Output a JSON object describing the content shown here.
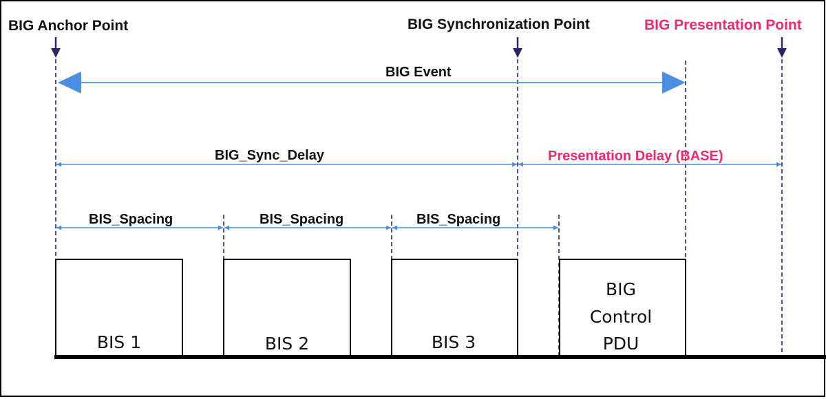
{
  "points": {
    "anchor": "BIG Anchor Point",
    "sync": "BIG Synchronization Point",
    "presentation": "BIG Presentation Point"
  },
  "intervals": {
    "big_event": "BIG Event",
    "big_sync_delay": "BIG_Sync_Delay",
    "presentation_delay": "Presentation Delay (BASE)",
    "bis_spacing": [
      "BIS_Spacing",
      "BIS_Spacing",
      "BIS_Spacing"
    ]
  },
  "blocks": {
    "bis1": "BIS 1",
    "bis2": "BIS 2",
    "bis3": "BIS 3",
    "control": [
      "BIG",
      "Control",
      "PDU"
    ]
  },
  "colors": {
    "border": "#000000",
    "marker": "#2b2565",
    "arrow": "#4a8fe0",
    "highlight": "#ee2a6e",
    "text": "#111111"
  }
}
